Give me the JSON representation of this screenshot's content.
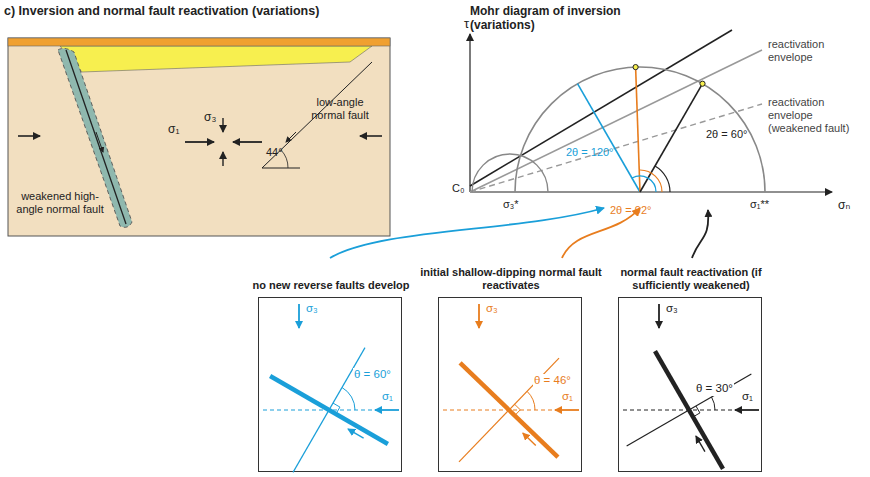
{
  "diagram": {
    "title": "c) Inversion and normal fault reactivation (variations)",
    "nodes": [
      {
        "text": [
          "no new reverse faults develop",
          "σ₃",
          "θ = 60°",
          "σ₁"
        ]
      },
      {
        "text": [
          "initial shallow-dipping normal fault reactivates",
          "σ₃",
          "θ = 46°",
          "σ₁"
        ]
      },
      {
        "text": [
          "normal fault reactivation (if sufficiently weakened)",
          "σ₃",
          "θ = 30°",
          "σ₁"
        ]
      }
    ],
    "labels": [
      "Mohr diagram of inversion (variations)",
      "weakened high-angle normal fault",
      "σ₁",
      "σ₃",
      "44°",
      "low-angle normal fault",
      "τ",
      "C₀",
      "reactivation envelope",
      "reactivation envelope (weakened fault)",
      "2θ = 120°",
      "2θ = 92°",
      "2θ = 60°",
      "σ₃*",
      "σ₁**",
      "σₙ"
    ]
  }
}
